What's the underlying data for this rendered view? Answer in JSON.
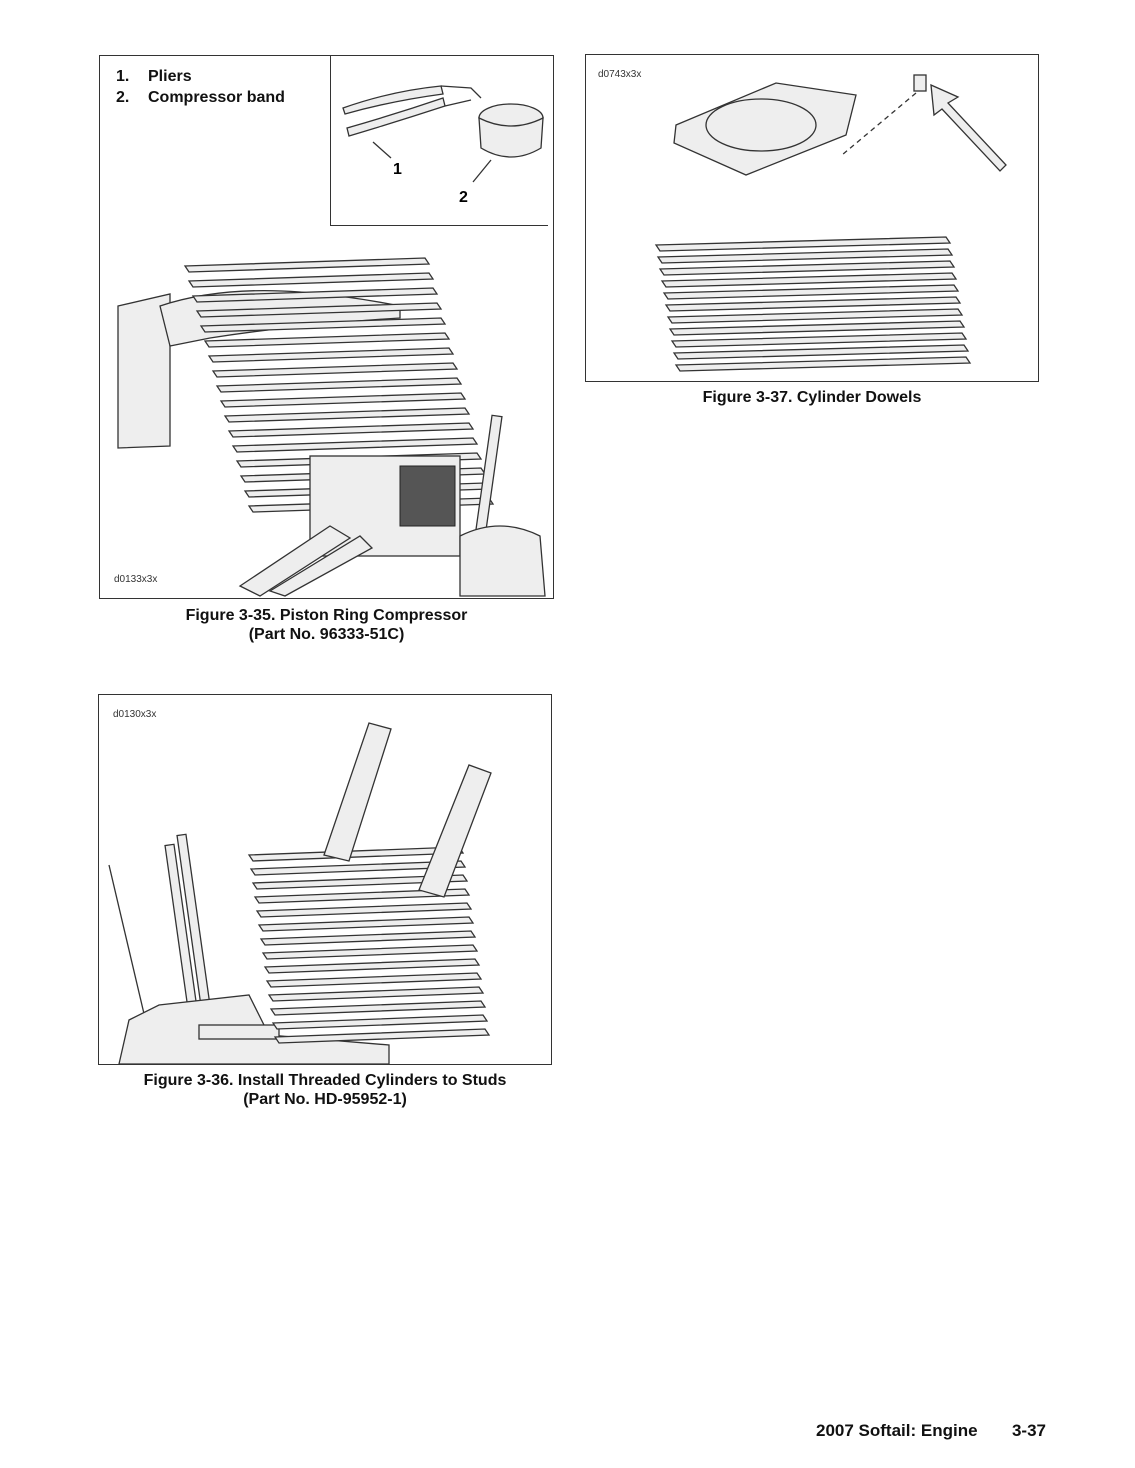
{
  "figures": {
    "fig35": {
      "id_code": "d0133x3x",
      "legend": [
        {
          "num": "1.",
          "label": "Pliers"
        },
        {
          "num": "2.",
          "label": "Compressor band"
        }
      ],
      "callouts": [
        "1",
        "2"
      ],
      "caption_line1": "Figure 3-35. Piston Ring Compressor",
      "caption_line2": "(Part No. 96333-51C)"
    },
    "fig36": {
      "id_code": "d0130x3x",
      "caption_line1": "Figure 3-36. Install Threaded Cylinders to Studs",
      "caption_line2": "(Part No. HD-95952-1)"
    },
    "fig37": {
      "id_code": "d0743x3x",
      "caption_line1": "Figure 3-37. Cylinder Dowels"
    }
  },
  "footer": {
    "section": "2007 Softail: Engine",
    "page": "3-37"
  }
}
